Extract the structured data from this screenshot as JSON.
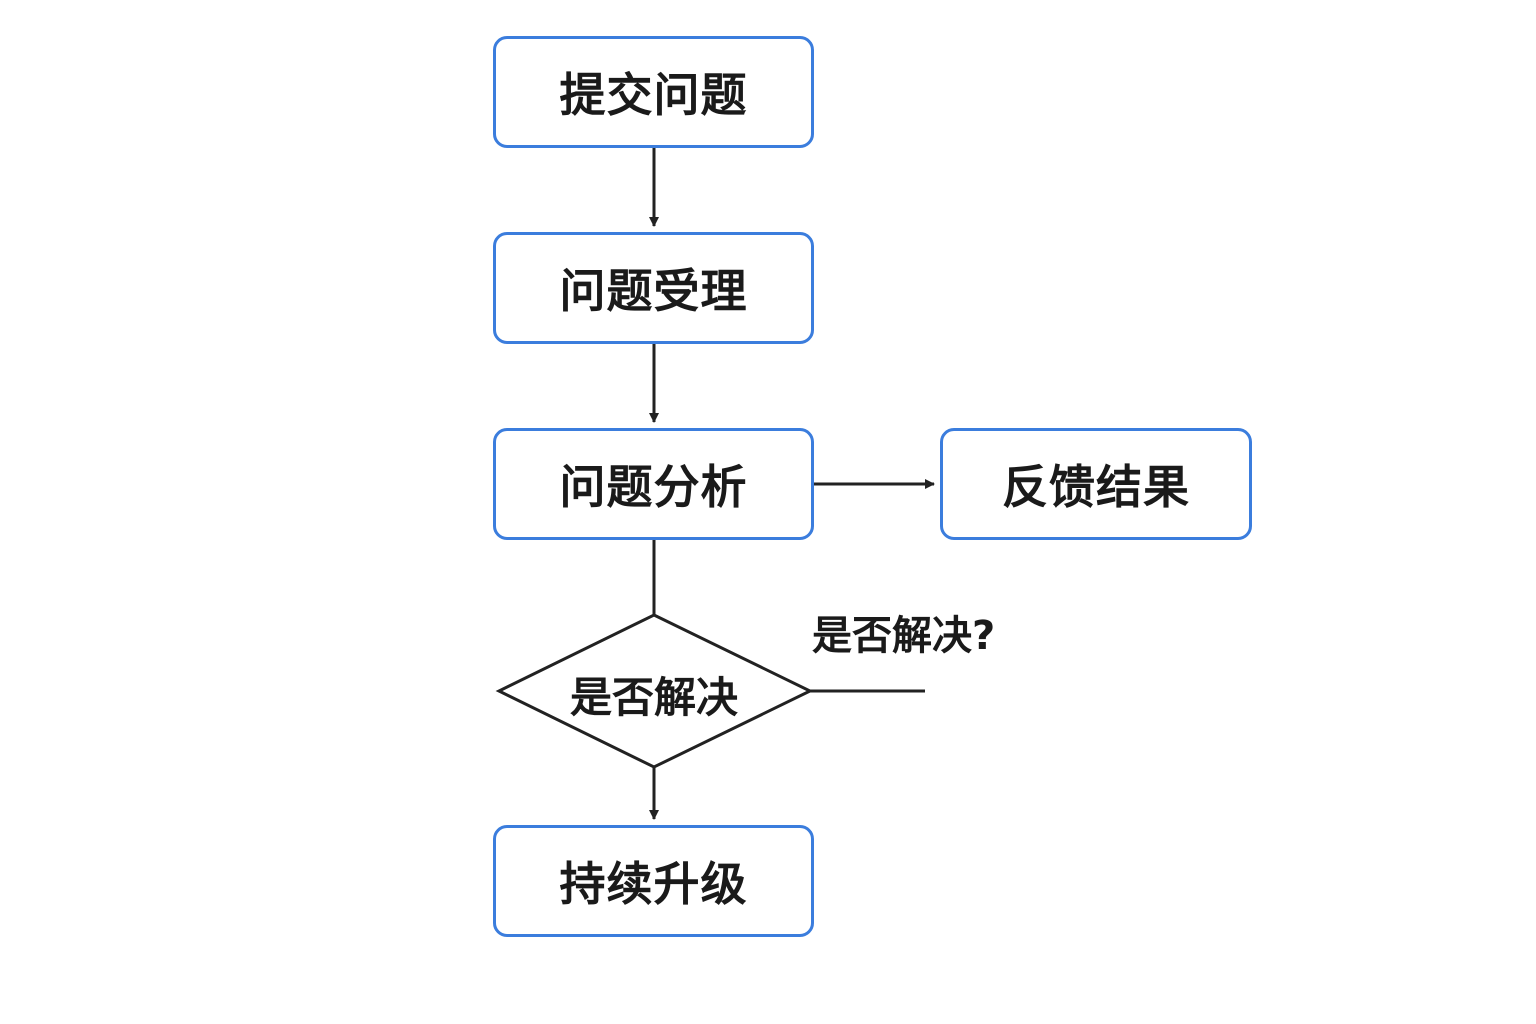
{
  "colors": {
    "node_border": "#3b7ddd",
    "line": "#222222",
    "text": "#1a1a1a"
  },
  "nodes": {
    "submit": "提交问题",
    "accept": "问题受理",
    "analyze": "问题分析",
    "feedback": "反馈结果",
    "upgrade": "持续升级"
  },
  "decision": {
    "label": "是否解决",
    "side_label": "是否解决?"
  }
}
